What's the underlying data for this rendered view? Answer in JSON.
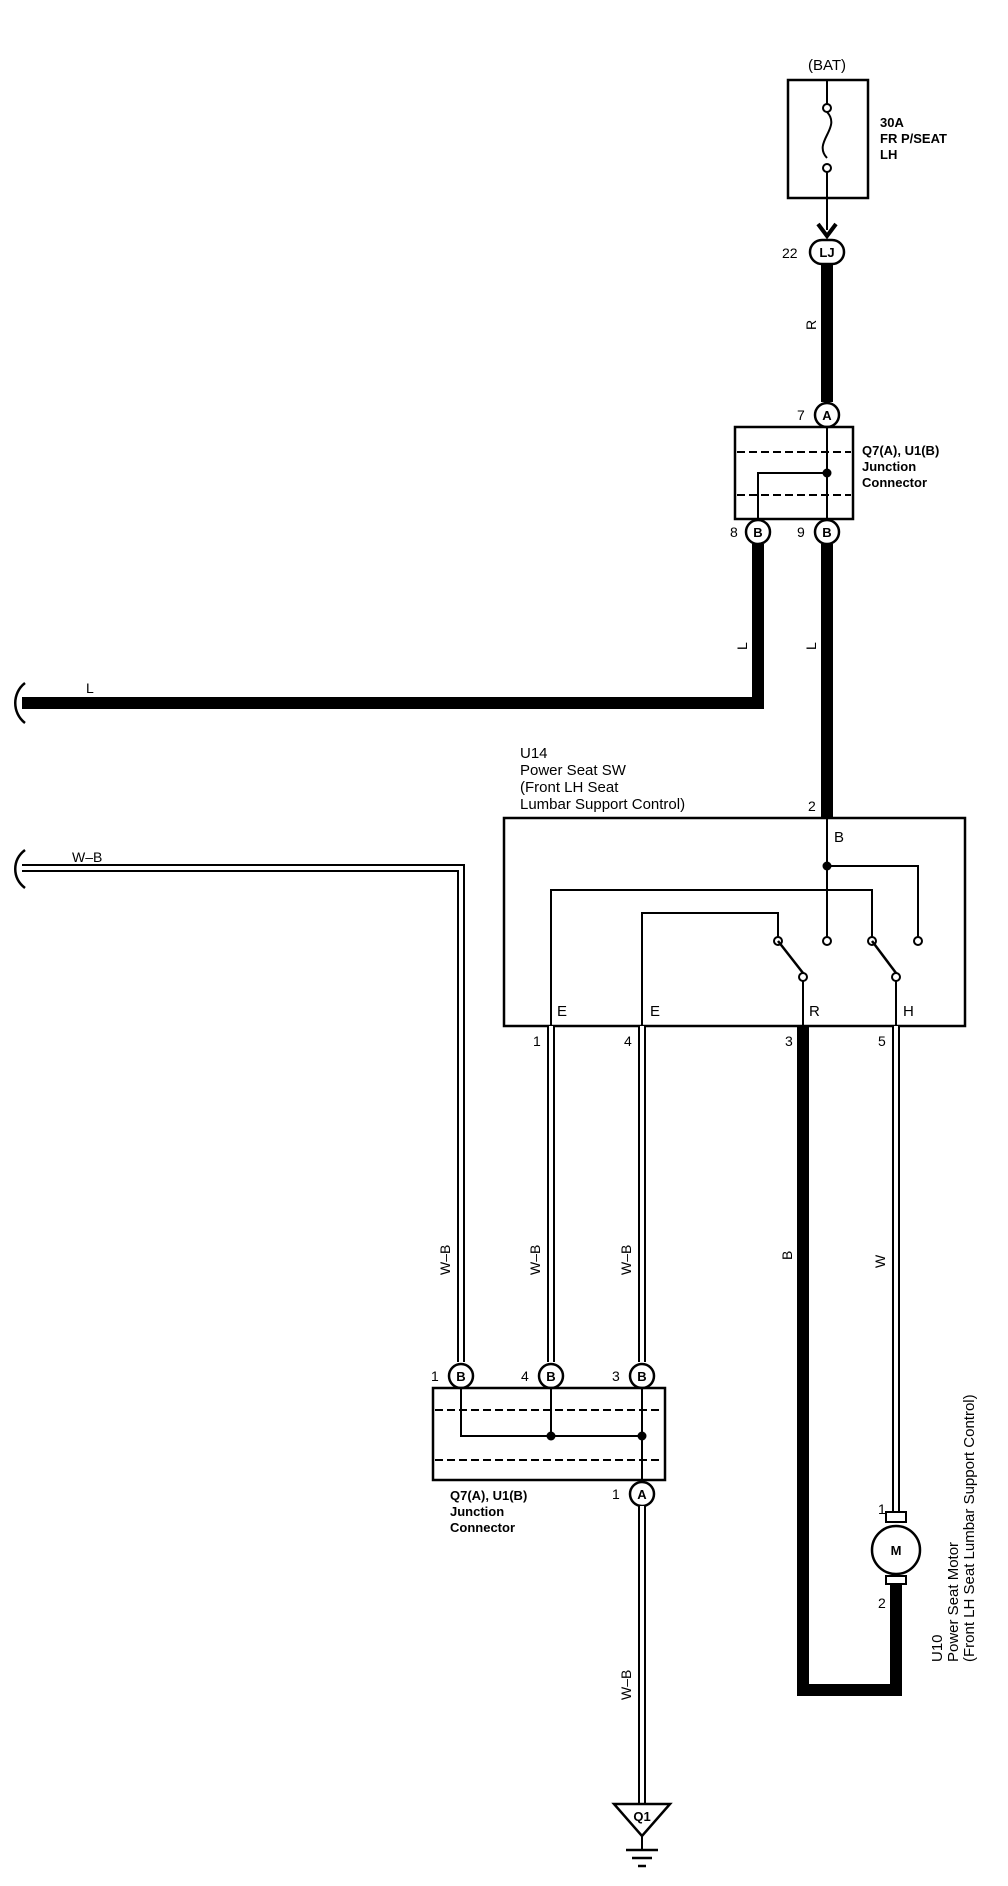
{
  "fuse": {
    "source": "(BAT)",
    "rating": "30A",
    "name_line1": "FR P/SEAT",
    "name_line2": "LH"
  },
  "connector_lj": {
    "pin": "22",
    "label": "LJ"
  },
  "wire_colors": {
    "r": "R",
    "l_left": "L",
    "l_mid": "L",
    "l_right": "L",
    "wb_top": "W–B",
    "wb_1": "W–B",
    "wb_2": "W–B",
    "wb_3": "W–B",
    "wb_ground": "W–B",
    "b_sw": "B",
    "w_sw": "W"
  },
  "junction_top": {
    "pin_a": "7",
    "pin_a_letter": "A",
    "pin_b1": "8",
    "pin_b1_letter": "B",
    "pin_b2": "9",
    "pin_b2_letter": "B",
    "title": "Q7(A), U1(B)",
    "line2": "Junction",
    "line3": "Connector"
  },
  "switch": {
    "id": "U14",
    "line2": "Power Seat SW",
    "line3": "(Front LH Seat",
    "line4": " Lumbar Support Control)",
    "pin_top": "2",
    "term_b": "B",
    "term_e1": "E",
    "term_e2": "E",
    "term_r": "R",
    "term_h": "H",
    "pin_1": "1",
    "pin_4": "4",
    "pin_3": "3",
    "pin_5": "5"
  },
  "junction_bottom": {
    "pin_1": "1",
    "pin_1_letter": "B",
    "pin_4": "4",
    "pin_4_letter": "B",
    "pin_3": "3",
    "pin_3_letter": "B",
    "pin_a": "1",
    "pin_a_letter": "A",
    "title": "Q7(A), U1(B)",
    "line2": "Junction",
    "line3": "Connector"
  },
  "motor": {
    "symbol": "M",
    "pin_1": "1",
    "pin_2": "2",
    "id": "U10",
    "line2": "Power Seat Motor",
    "line3": "(Front LH Seat Lumbar Support Control)"
  },
  "ground": {
    "label": "Q1"
  }
}
